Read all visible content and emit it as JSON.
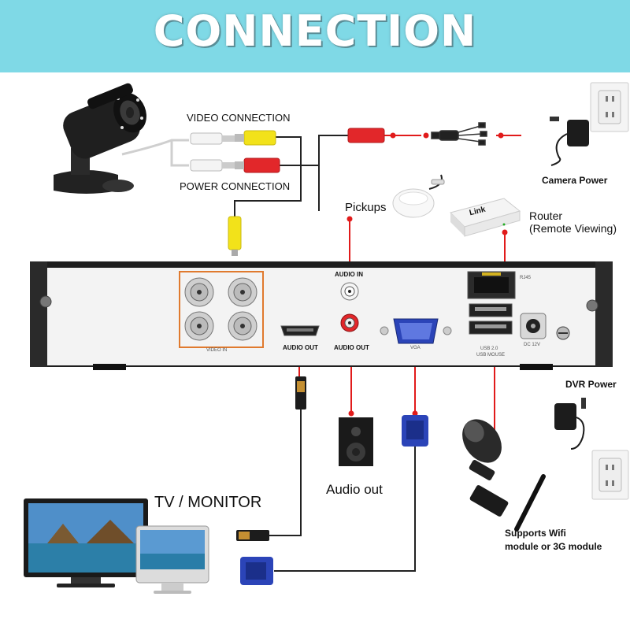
{
  "title": "CONNECTION",
  "labels": {
    "video_connection": "VIDEO CONNECTION",
    "power_connection": "POWER CONNECTION",
    "camera_power": "Camera Power",
    "pickups": "Pickups",
    "router_line1": "Router",
    "router_line2": "(Remote Viewing)",
    "router_brand": "Link",
    "dvr_power": "DVR Power",
    "tv_monitor": "TV / MONITOR",
    "audio_out_device": "Audio out",
    "wifi_line1": "Supports Wifi",
    "wifi_line2": "module or 3G module"
  },
  "ports": {
    "audio_in": "AUDIO IN",
    "audio_out_hdmi": "AUDIO OUT",
    "audio_out_rca": "AUDIO OUT",
    "vga": "VGA",
    "rj45": "RJ45",
    "usb": "USB 2.0",
    "usb_mouse": "USB MOUSE",
    "dc": "DC 12V",
    "video_in": "VIDEO IN"
  },
  "colors": {
    "banner": "#7fd9e6",
    "wire_red": "#e11b1b",
    "wire_dark": "#222222",
    "bnc_highlight": "#e07a2e",
    "rca_yellow": "#f2e21a",
    "rca_red": "#e2272a",
    "vga_blue": "#2b44b8"
  }
}
